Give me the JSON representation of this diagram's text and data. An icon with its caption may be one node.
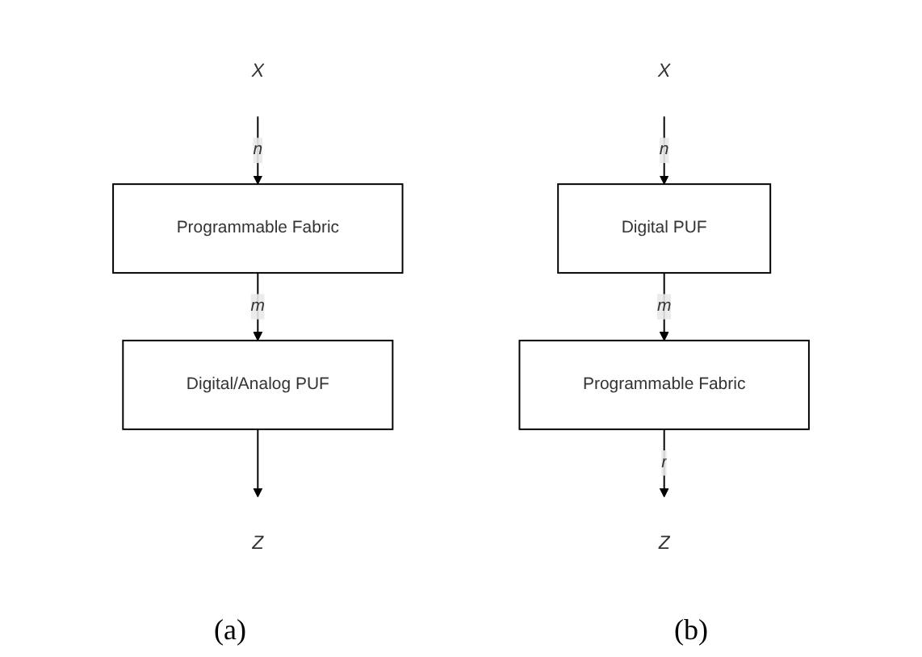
{
  "diagram": {
    "nodes": [
      {
        "text": [
          "X"
        ]
      },
      {
        "text": [
          "Programmable Fabric"
        ]
      },
      {
        "text": [
          "Digital/Analog PUF"
        ]
      },
      {
        "text": [
          "Z"
        ]
      },
      {
        "text": [
          "X"
        ]
      },
      {
        "text": [
          "Digital PUF"
        ]
      },
      {
        "text": [
          "Programmable Fabric"
        ]
      },
      {
        "text": [
          "Z"
        ]
      }
    ],
    "edges": [
      {
        "from": 0,
        "to": 1,
        "arrow": "to",
        "label": "n"
      },
      {
        "from": 1,
        "to": 2,
        "arrow": "to",
        "label": "m"
      },
      {
        "from": 2,
        "to": 3,
        "arrow": "to"
      },
      {
        "from": 4,
        "to": 5,
        "arrow": "to",
        "label": "n"
      },
      {
        "from": 5,
        "to": 6,
        "arrow": "to",
        "label": "m"
      },
      {
        "from": 6,
        "to": 7,
        "arrow": "to",
        "label": "r"
      }
    ],
    "labels": [
      "(a)",
      "(b)"
    ]
  }
}
